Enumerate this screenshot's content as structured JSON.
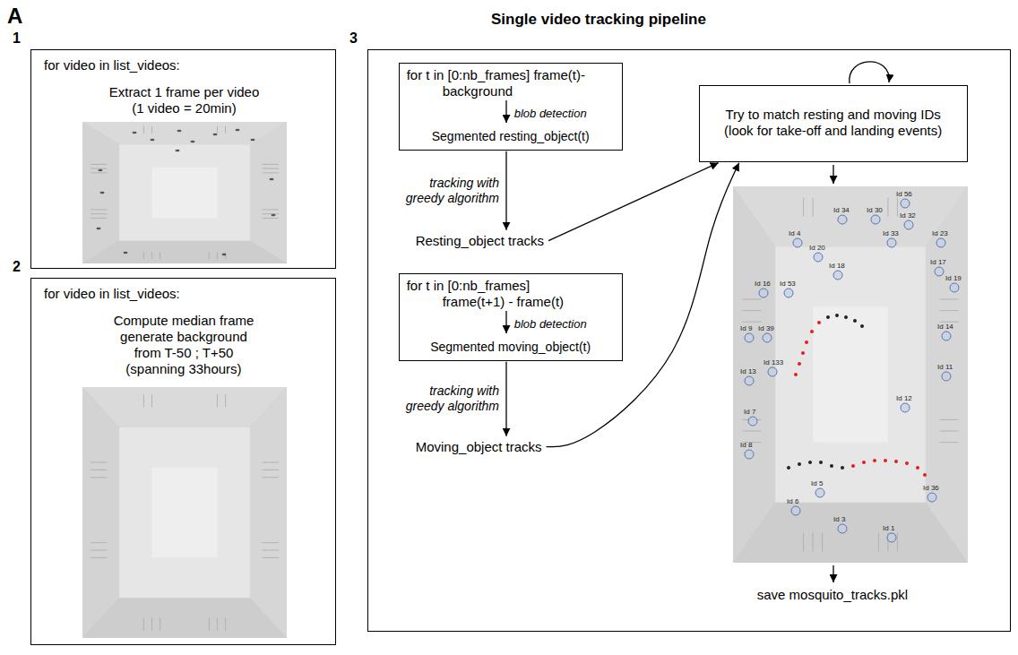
{
  "diagram": {
    "title": "Single video tracking pipeline",
    "nodes": [
      {
        "text": [
          "1",
          "for video in list_videos:",
          "Extract 1 frame per video (1 video = 20min)"
        ]
      },
      {
        "text": [
          "2",
          "for video in list_videos:",
          "Compute median frame generate background from T-50 ; T+50 (spanning 33hours)"
        ]
      },
      {
        "text": [
          "3"
        ]
      },
      {
        "text": [
          "for t in [0:nb_frames] frame(t)-background",
          "blob detection",
          "Segmented resting_object(t)"
        ],
        "in": 2
      },
      {
        "text": [
          "Resting_object tracks"
        ],
        "in": 2
      },
      {
        "text": [
          "for t in [0:nb_frames] frame(t+1) - frame(t)",
          "blob detection",
          "Segmented moving_object(t)"
        ],
        "in": 2
      },
      {
        "text": [
          "Moving_object tracks"
        ],
        "in": 2
      },
      {
        "text": [
          "Try to match resting and moving IDs (look for take-off and landing events)"
        ],
        "in": 2
      },
      {
        "text": [
          "save mosquito_tracks.pkl"
        ],
        "in": 2
      }
    ],
    "edges": [
      {
        "from": 3,
        "to": 4,
        "label": "tracking with greedy algorithm",
        "arrow": "to"
      },
      {
        "from": 5,
        "to": 6,
        "label": "tracking with greedy algorithm",
        "arrow": "to"
      },
      {
        "from": 4,
        "to": 7,
        "arrow": "to"
      },
      {
        "from": 6,
        "to": 7,
        "arrow": "to"
      }
    ],
    "labels": [
      "A",
      "Id 56",
      "Id 34",
      "Id 30",
      "Id 32",
      "Id 33",
      "Id 23",
      "Id 4",
      "Id 20",
      "Id 18",
      "Id 17",
      "Id 19",
      "Id 16",
      "Id 53",
      "Id 9",
      "Id 39",
      "Id 133",
      "Id 14",
      "Id 11",
      "Id 13",
      "Id 12",
      "Id 7",
      "Id 8",
      "Id 5",
      "Id 6",
      "Id 3",
      "Id 1",
      "Id 36"
    ]
  }
}
